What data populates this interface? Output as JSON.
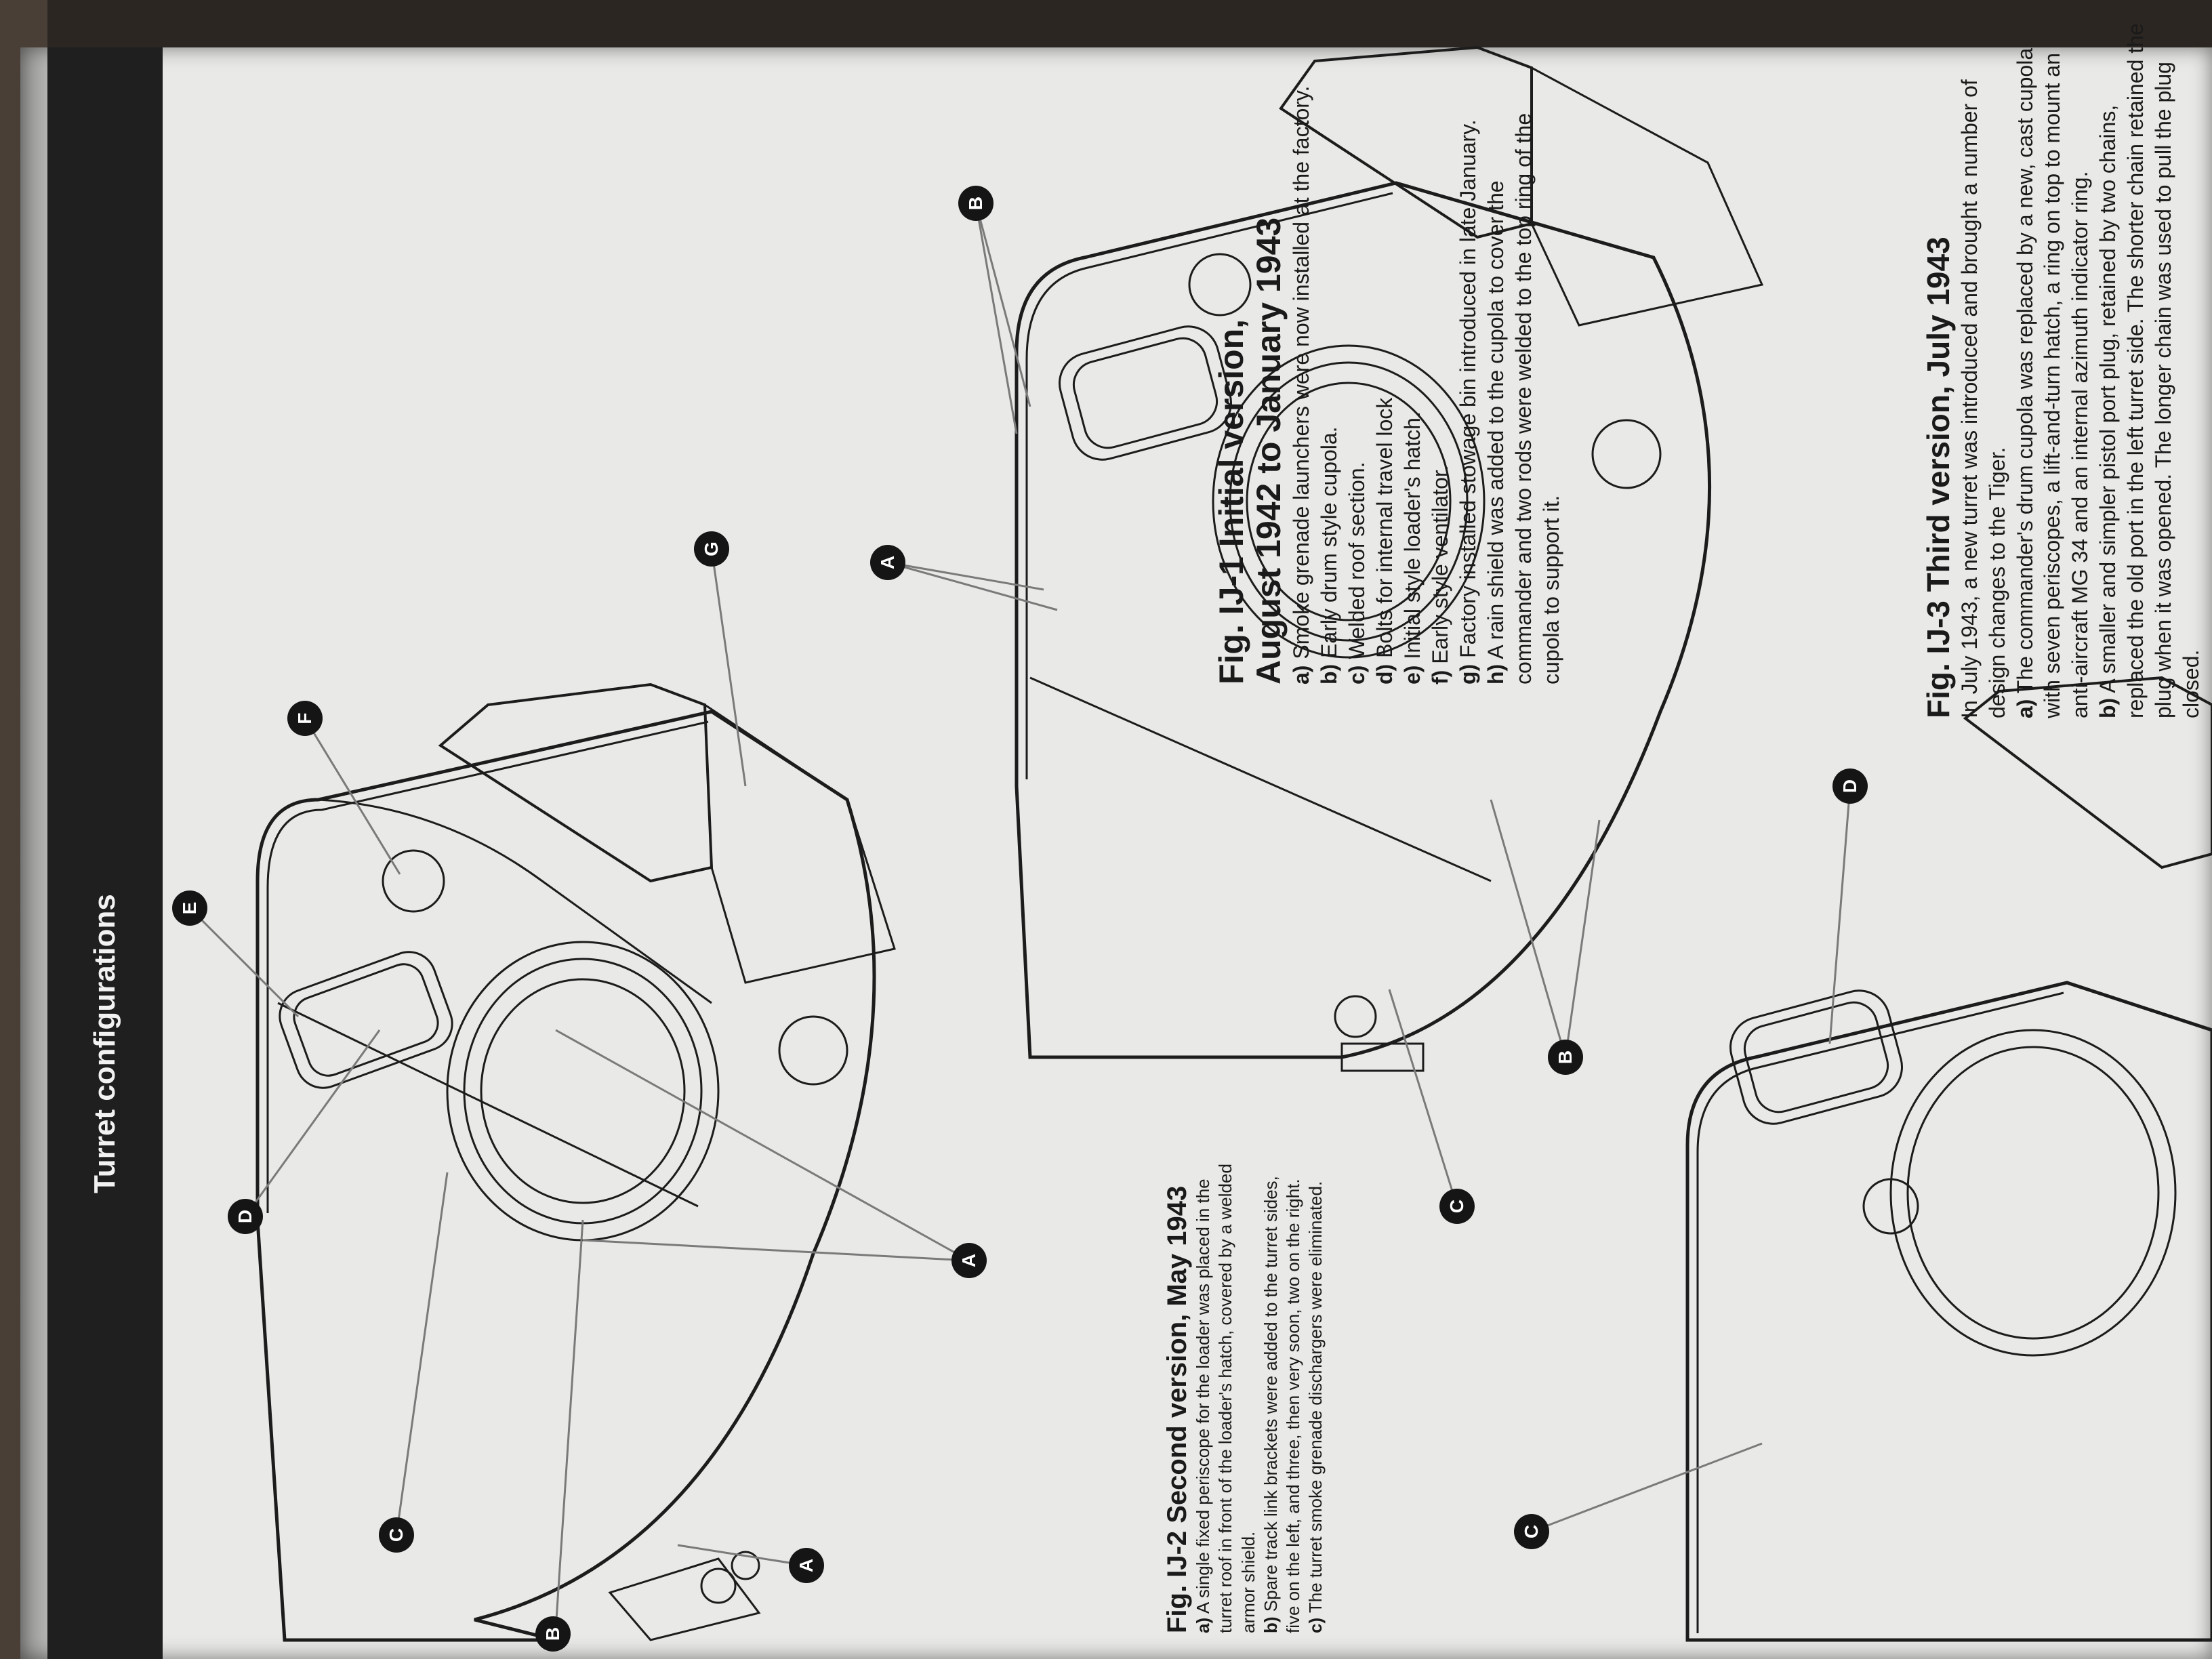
{
  "header": {
    "title": "Turret configurations"
  },
  "fig1": {
    "title_line1": "Fig. IJ-1 Initial version,",
    "title_line2": "August 1942 to January 1943",
    "items": [
      {
        "label": "a)",
        "text": "Smoke grenade launchers were now installed at the factory."
      },
      {
        "label": "b)",
        "text": "Early drum style cupola."
      },
      {
        "label": "c)",
        "text": "Welded roof section."
      },
      {
        "label": "d)",
        "text": "Bolts for internal travel lock"
      },
      {
        "label": "e)",
        "text": "Initial style loader's hatch."
      },
      {
        "label": "f)",
        "text": "Early style ventilator."
      },
      {
        "label": "g)",
        "text": "Factory installed stowage bin introduced in late January."
      },
      {
        "label": "h)",
        "text": "A rain shield was added to the cupola to cover the"
      }
    ],
    "h_cont1": "commander and two rods were welded to the top ring of the",
    "h_cont2": "cupola to support it."
  },
  "fig2": {
    "title": "Fig. IJ-2 Second version, May 1943",
    "lines": [
      {
        "label": "a)",
        "text": "A single fixed periscope for the loader was placed in the"
      },
      {
        "label": "",
        "text": "turret roof in front of the loader's hatch, covered by a welded"
      },
      {
        "label": "",
        "text": "armor shield."
      },
      {
        "label": "b)",
        "text": "Spare track link brackets were added to the turret sides,"
      },
      {
        "label": "",
        "text": "five on the left, and three, then very soon, two on the right."
      },
      {
        "label": "c)",
        "text": "The turret smoke grenade dischargers were eliminated."
      }
    ]
  },
  "fig3": {
    "title": "Fig. IJ-3 Third version, July 1943",
    "lines": [
      {
        "label": "",
        "text": "In July 1943, a new turret was introduced and brought a number of"
      },
      {
        "label": "",
        "text": "design changes to the Tiger."
      },
      {
        "label": "a)",
        "text": "The commander's drum cupola was replaced by a new, cast cupola"
      },
      {
        "label": "",
        "text": "with seven periscopes, a lift-and-turn hatch, a ring on top to mount an"
      },
      {
        "label": "",
        "text": "anti-aircraft MG 34 and an internal azimuth indicator ring."
      },
      {
        "label": "b)",
        "text": "A smaller and simpler pistol port plug, retained by two chains,"
      },
      {
        "label": "",
        "text": "replaced the old port in the left turret side. The shorter chain retained the"
      },
      {
        "label": "",
        "text": "plug when it was opened. The longer chain was used to pull the plug"
      },
      {
        "label": "",
        "text": "closed."
      }
    ]
  },
  "callouts": {
    "d1": "D",
    "c1": "C",
    "b1": "B",
    "a1": "A",
    "a1b": "A",
    "e1": "E",
    "f1": "F",
    "g1": "G",
    "c2": "C",
    "b2": "B",
    "a2": "A",
    "b2b": "B",
    "c3": "C",
    "d3": "D"
  },
  "colors": {
    "page": "#e9e9e7",
    "ink": "#1a1a1a",
    "banner": "#1f1f1f"
  }
}
